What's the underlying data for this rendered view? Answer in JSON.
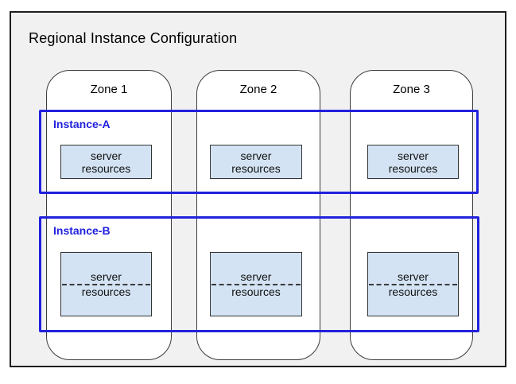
{
  "title": "Regional Instance Configuration",
  "zones": [
    {
      "label": "Zone 1"
    },
    {
      "label": "Zone 2"
    },
    {
      "label": "Zone 3"
    }
  ],
  "instances": [
    {
      "label": "Instance-A",
      "partitioned": false,
      "resources": [
        {
          "line1": "server",
          "line2": "resources"
        },
        {
          "line1": "server",
          "line2": "resources"
        },
        {
          "line1": "server",
          "line2": "resources"
        }
      ]
    },
    {
      "label": "Instance-B",
      "partitioned": true,
      "resources": [
        {
          "line1": "server",
          "line2": "resources"
        },
        {
          "line1": "server",
          "line2": "resources"
        },
        {
          "line1": "server",
          "line2": "resources"
        }
      ]
    }
  ],
  "colors": {
    "instance_border": "#2121dd",
    "resource_fill": "#d3e3f3",
    "frame_fill": "#f1f1f1",
    "zone_fill": "#ffffff",
    "line_dark": "#1f1f1f"
  }
}
